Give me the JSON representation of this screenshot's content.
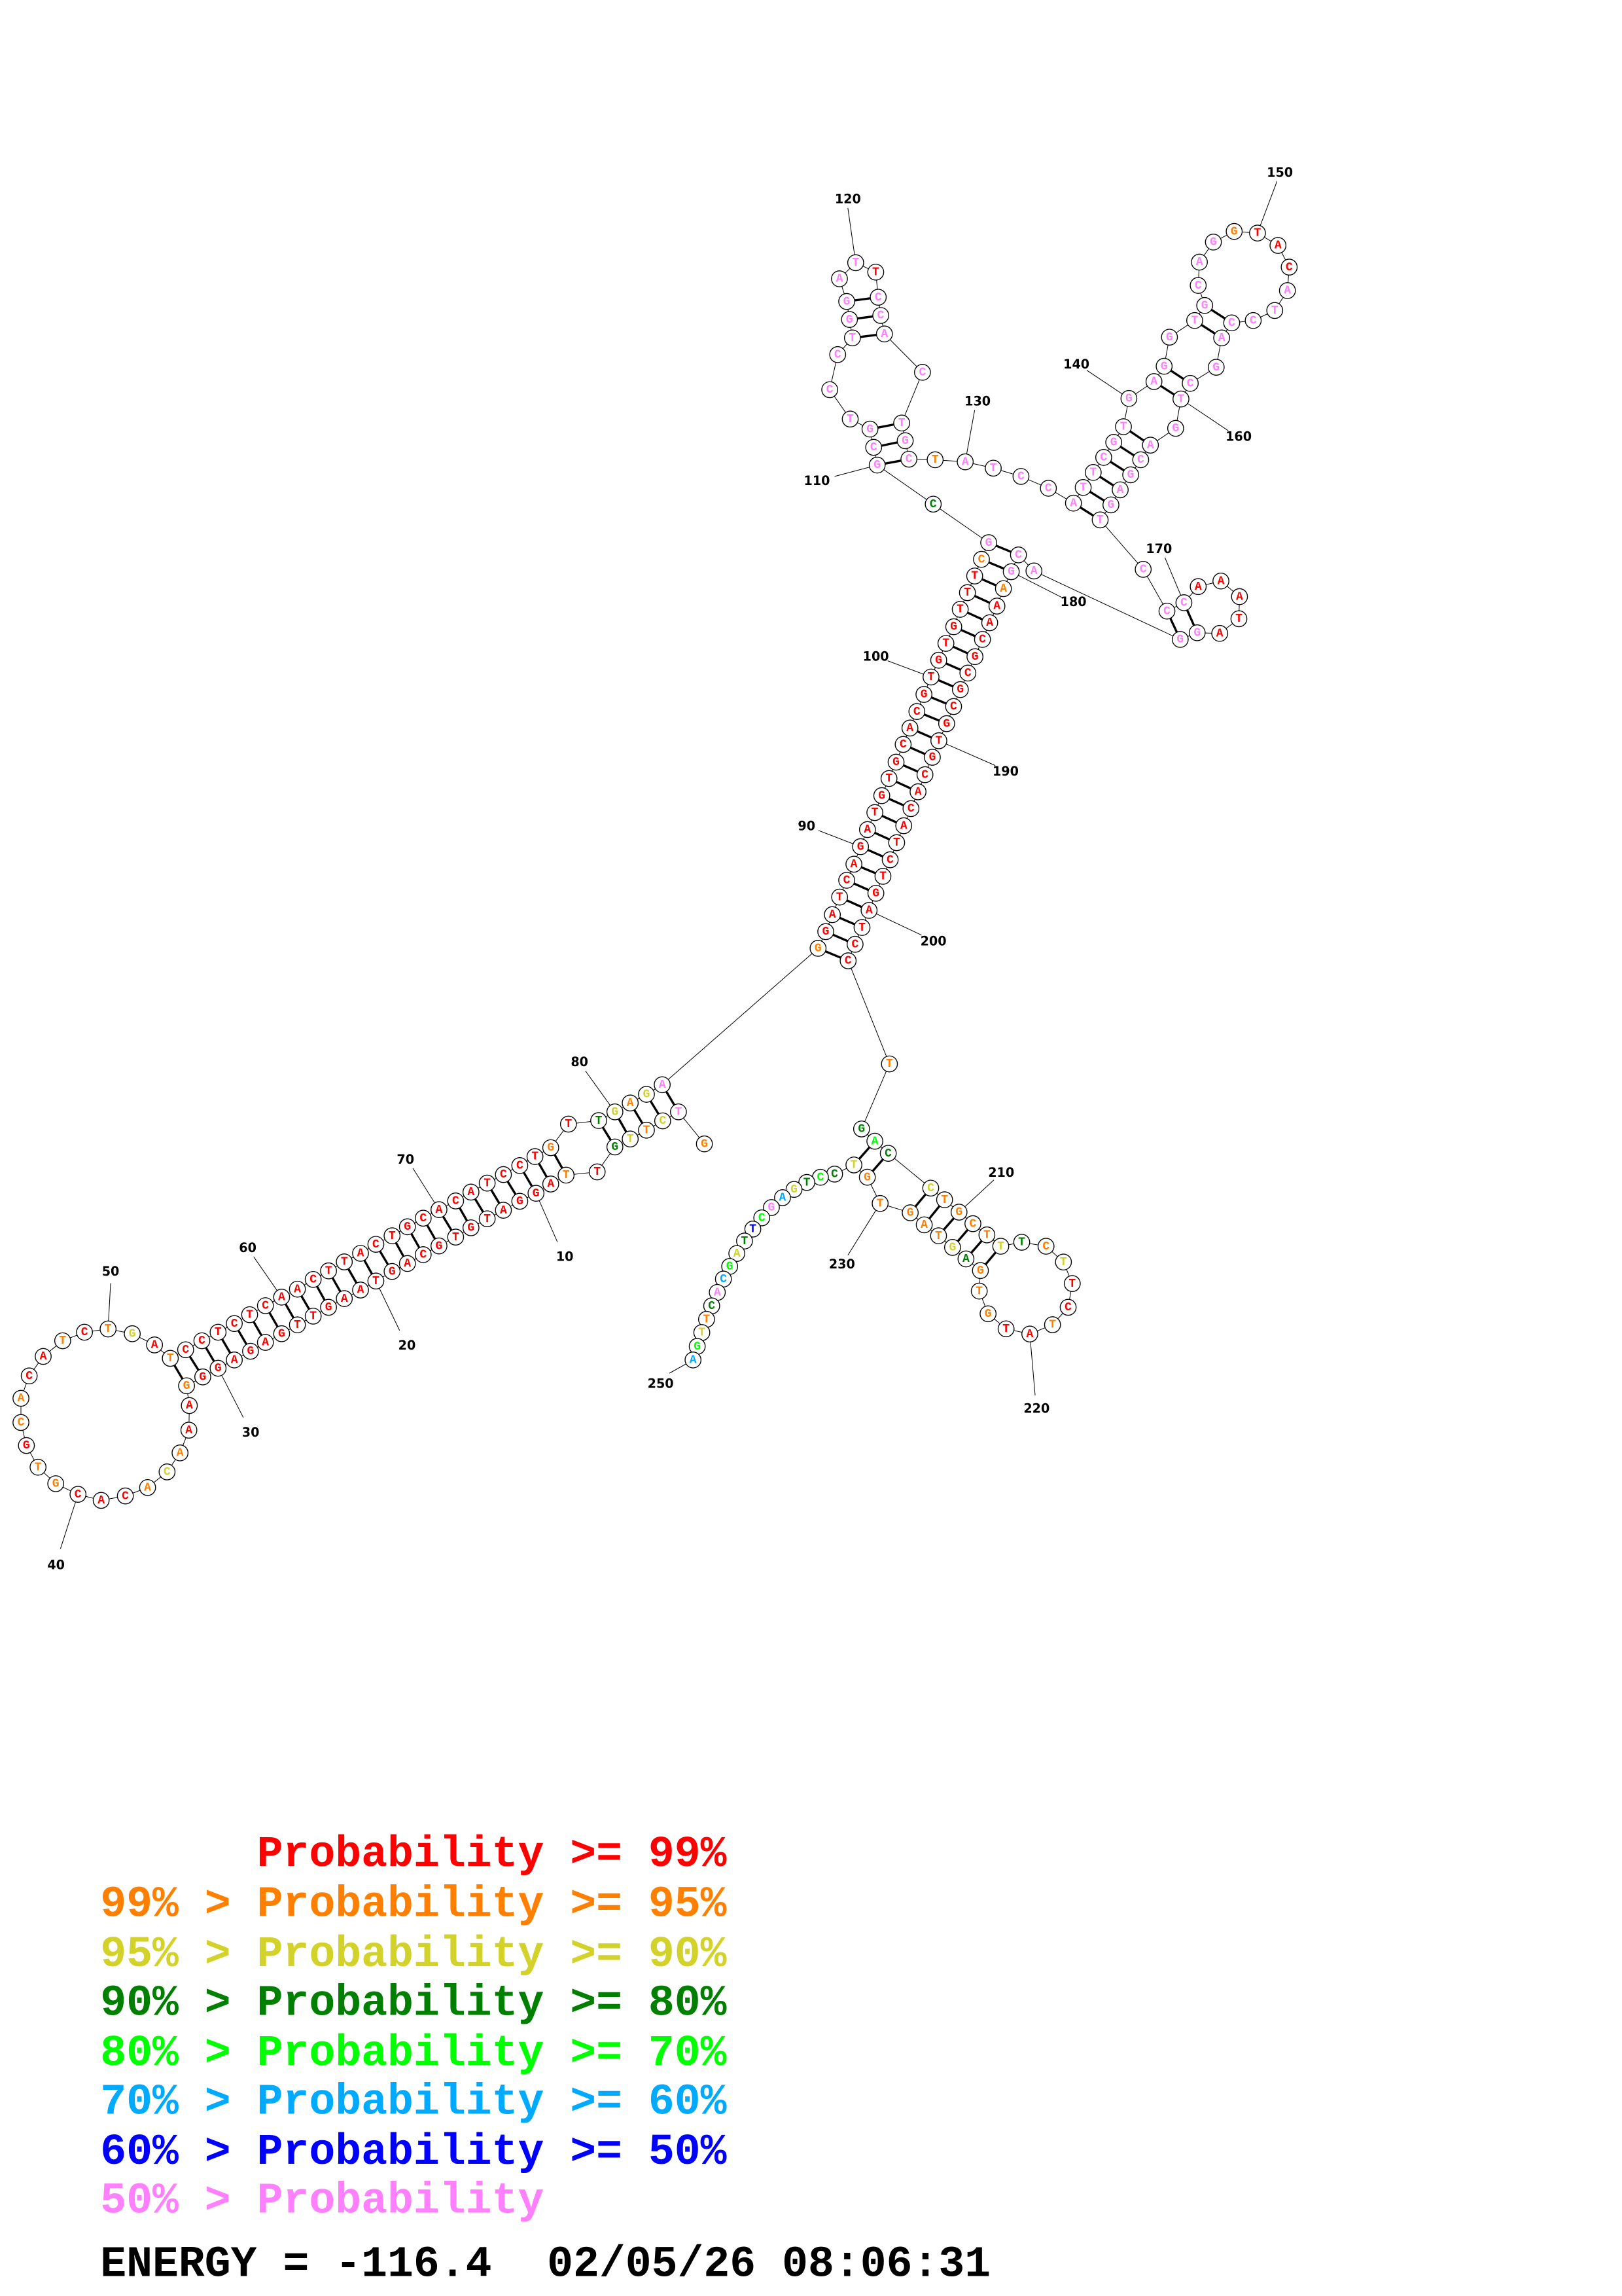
{
  "structure": {
    "sequence": "GTCTTGTTAGGATGTGCAGTAAGTTGAGAGGGAAACACACGTGCACATCTGATCCTCTCAACTTACTGCACATCCTGTTGAGAGGATCAGATGTGCACGTGTGTTTCGCGCGTCCTGGATTCCACTGCTATCCATTCGTGAGGTGCAGGTACATCCAGCTGACGAGTCCCAAATAGGACGAAACGCGCGTGCACATCTGATCCTGACCTGCTTTCTTCTATGTGAGTAGTGTCCTGAGCTTAGCACTTGA",
    "probability_classes": "opyoygrorrrrrrrrrrrrrrrrrrrrrrrorroyorrrooroorroroyrorrrrrrrrrrrrrrrrrrrrrrrorgyoypo",
    "probability_classes_rest": "rrrrrrrrrrrrrrrrrrrrrropgppppppppppprpppppppoppppppppppppppppppporrrpppppppppppppppppprrrrrppppporrrrrrrrrrrrrrrrrrrrrroglgyooooygoyrrorrooogyoooooyglgybpldgylbpgoylbr",
    "helices": [
      [
        2,
        83,
        5
      ],
      [
        8,
        77,
        25
      ],
      [
        84,
        203,
        25
      ],
      [
        110,
        128,
        3
      ],
      [
        116,
        124,
        3
      ],
      [
        134,
        167,
        6
      ],
      [
        141,
        160,
        2
      ],
      [
        144,
        157,
        2
      ],
      [
        169,
        177,
        2
      ],
      [
        206,
        232,
        2
      ],
      [
        208,
        229,
        6
      ]
    ],
    "position_labels": [
      10,
      20,
      30,
      40,
      50,
      60,
      70,
      80,
      90,
      100,
      110,
      120,
      130,
      140,
      150,
      160,
      170,
      180,
      190,
      200,
      210,
      220,
      230,
      250
    ]
  },
  "colors": {
    "r": "#ff0000",
    "o": "#ff8000",
    "y": "#d2d22a",
    "g": "#007f00",
    "l": "#00ff00",
    "b": "#00aaff",
    "d": "#0000ff",
    "p": "#ff80ff"
  },
  "legend": [
    {
      "text": "      Probability >= 99%",
      "class": "r"
    },
    {
      "text": "99% > Probability >= 95%",
      "class": "o"
    },
    {
      "text": "95% > Probability >= 90%",
      "class": "y"
    },
    {
      "text": "90% > Probability >= 80%",
      "class": "g"
    },
    {
      "text": "80% > Probability >= 70%",
      "class": "l"
    },
    {
      "text": "70% > Probability >= 60%",
      "class": "b"
    },
    {
      "text": "60% > Probability >= 50%",
      "class": "d"
    },
    {
      "text": "50% > Probability",
      "class": "p"
    }
  ],
  "footer": {
    "energy": "ENERGY = -116.4",
    "datetime": "02/05/26 08:06:31"
  }
}
